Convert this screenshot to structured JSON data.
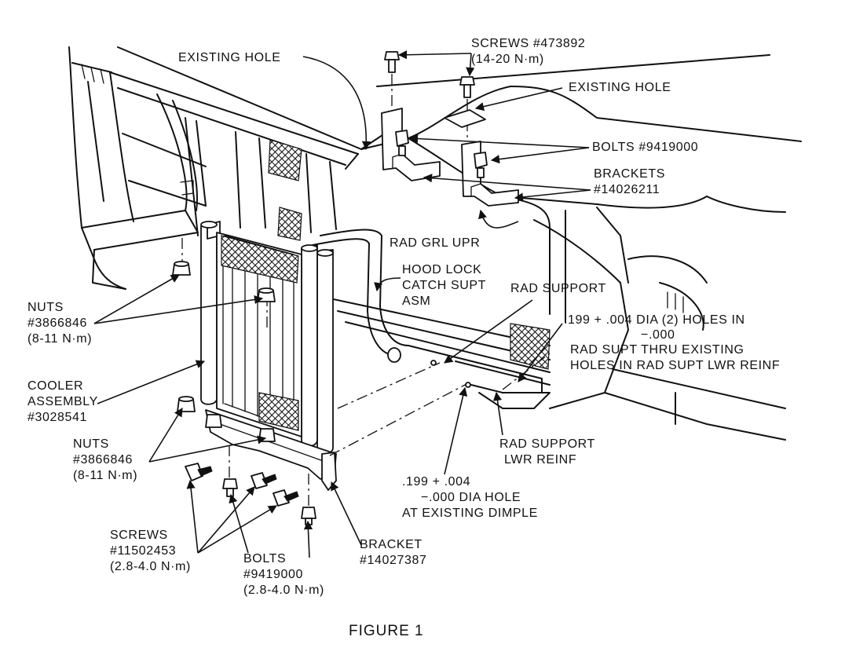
{
  "figure_title": "FIGURE 1",
  "labels": {
    "screws_top": [
      "SCREWS #473892",
      "(14-20 N·m)"
    ],
    "existing_hole_left": [
      "EXISTING HOLE"
    ],
    "existing_hole_right": [
      "EXISTING HOLE"
    ],
    "bolts_top": [
      "BOLTS #9419000"
    ],
    "brackets_top": [
      "BRACKETS",
      "#14026211"
    ],
    "rad_grl_upr": [
      "RAD GRL UPR"
    ],
    "hood_lock": [
      "HOOD LOCK",
      "CATCH SUPT",
      "ASM"
    ],
    "rad_support": [
      "RAD SUPPORT"
    ],
    "holes_two": [
      ".199 + .004 DIA (2) HOLES IN",
      "−.000",
      "RAD SUPT THRU EXISTING",
      "HOLES IN RAD SUPT LWR REINF"
    ],
    "nuts_upper": [
      "NUTS",
      "#3866846",
      "(8-11 N·m)"
    ],
    "cooler": [
      "COOLER",
      "ASSEMBLY",
      "#3028541"
    ],
    "nuts_lower": [
      "NUTS",
      "#3866846",
      "(8-11 N·m)"
    ],
    "rad_support_lwr": [
      "RAD SUPPORT",
      "LWR REINF"
    ],
    "dia_hole": [
      ".199 + .004",
      "−.000 DIA HOLE",
      "AT EXISTING DIMPLE"
    ],
    "bracket_lower": [
      "BRACKET",
      "#14027387"
    ],
    "screws_lower": [
      "SCREWS",
      "#11502453",
      "(2.8-4.0 N·m)"
    ],
    "bolts_lower": [
      "BOLTS",
      "#9419000",
      "(2.8-4.0 N·m)"
    ]
  }
}
